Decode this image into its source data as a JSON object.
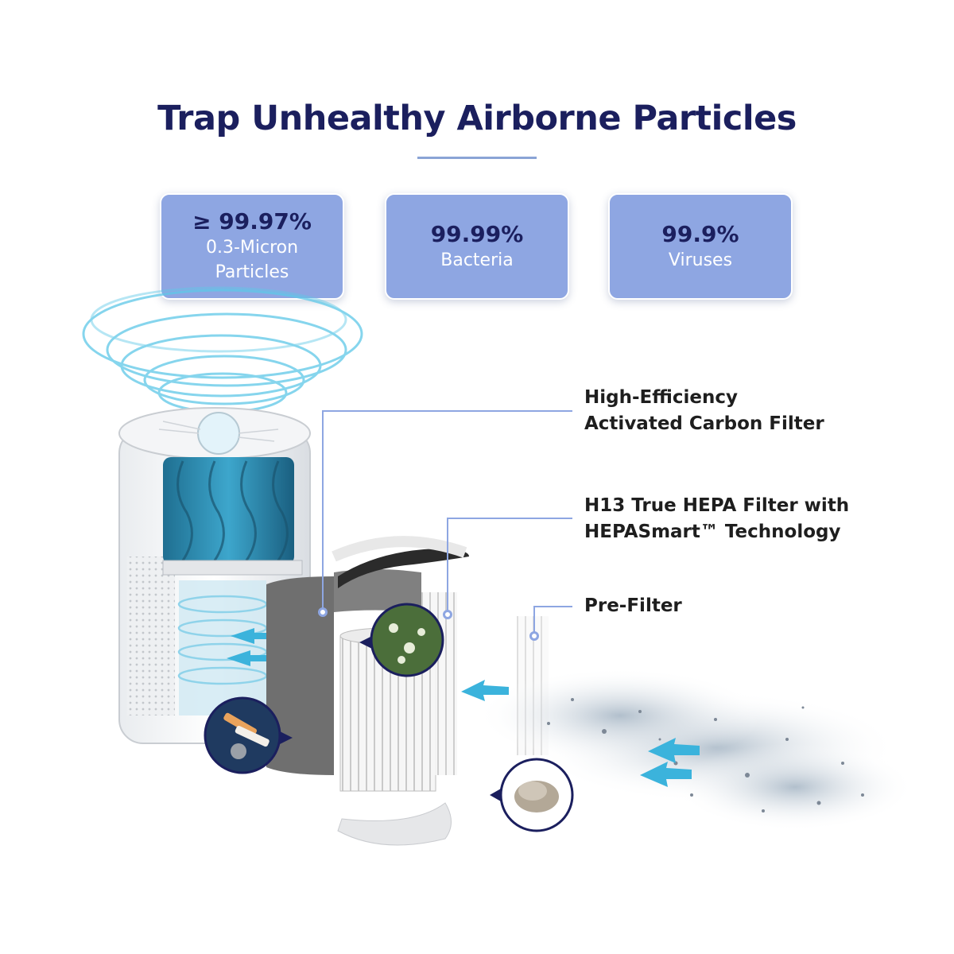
{
  "title": "Trap Unhealthy Airborne Particles",
  "stats": [
    {
      "value": "≥ 99.97%",
      "label_lines": [
        "0.3-Micron",
        "Particles"
      ]
    },
    {
      "value": "99.99%",
      "label_lines": [
        "Bacteria"
      ]
    },
    {
      "value": "99.9%",
      "label_lines": [
        "Viruses"
      ]
    }
  ],
  "callouts": {
    "carbon": "High-Efficiency\nActivated Carbon Filter",
    "hepa": "H13 True HEPA Filter with\nHEPASmart™ Technology",
    "pre": "Pre-Filter"
  },
  "colors": {
    "navy": "#1b1f5e",
    "card": "#8ea6e2",
    "airflow": "#5ec8e8",
    "filter_blue": "#2e8fb3",
    "carbon_gray": "#6f6f6f"
  },
  "icons": [
    "swirl-air-icon",
    "cigarette-smoke-icon",
    "pollen-icon",
    "dust-icon",
    "airflow-arrow-icon"
  ]
}
